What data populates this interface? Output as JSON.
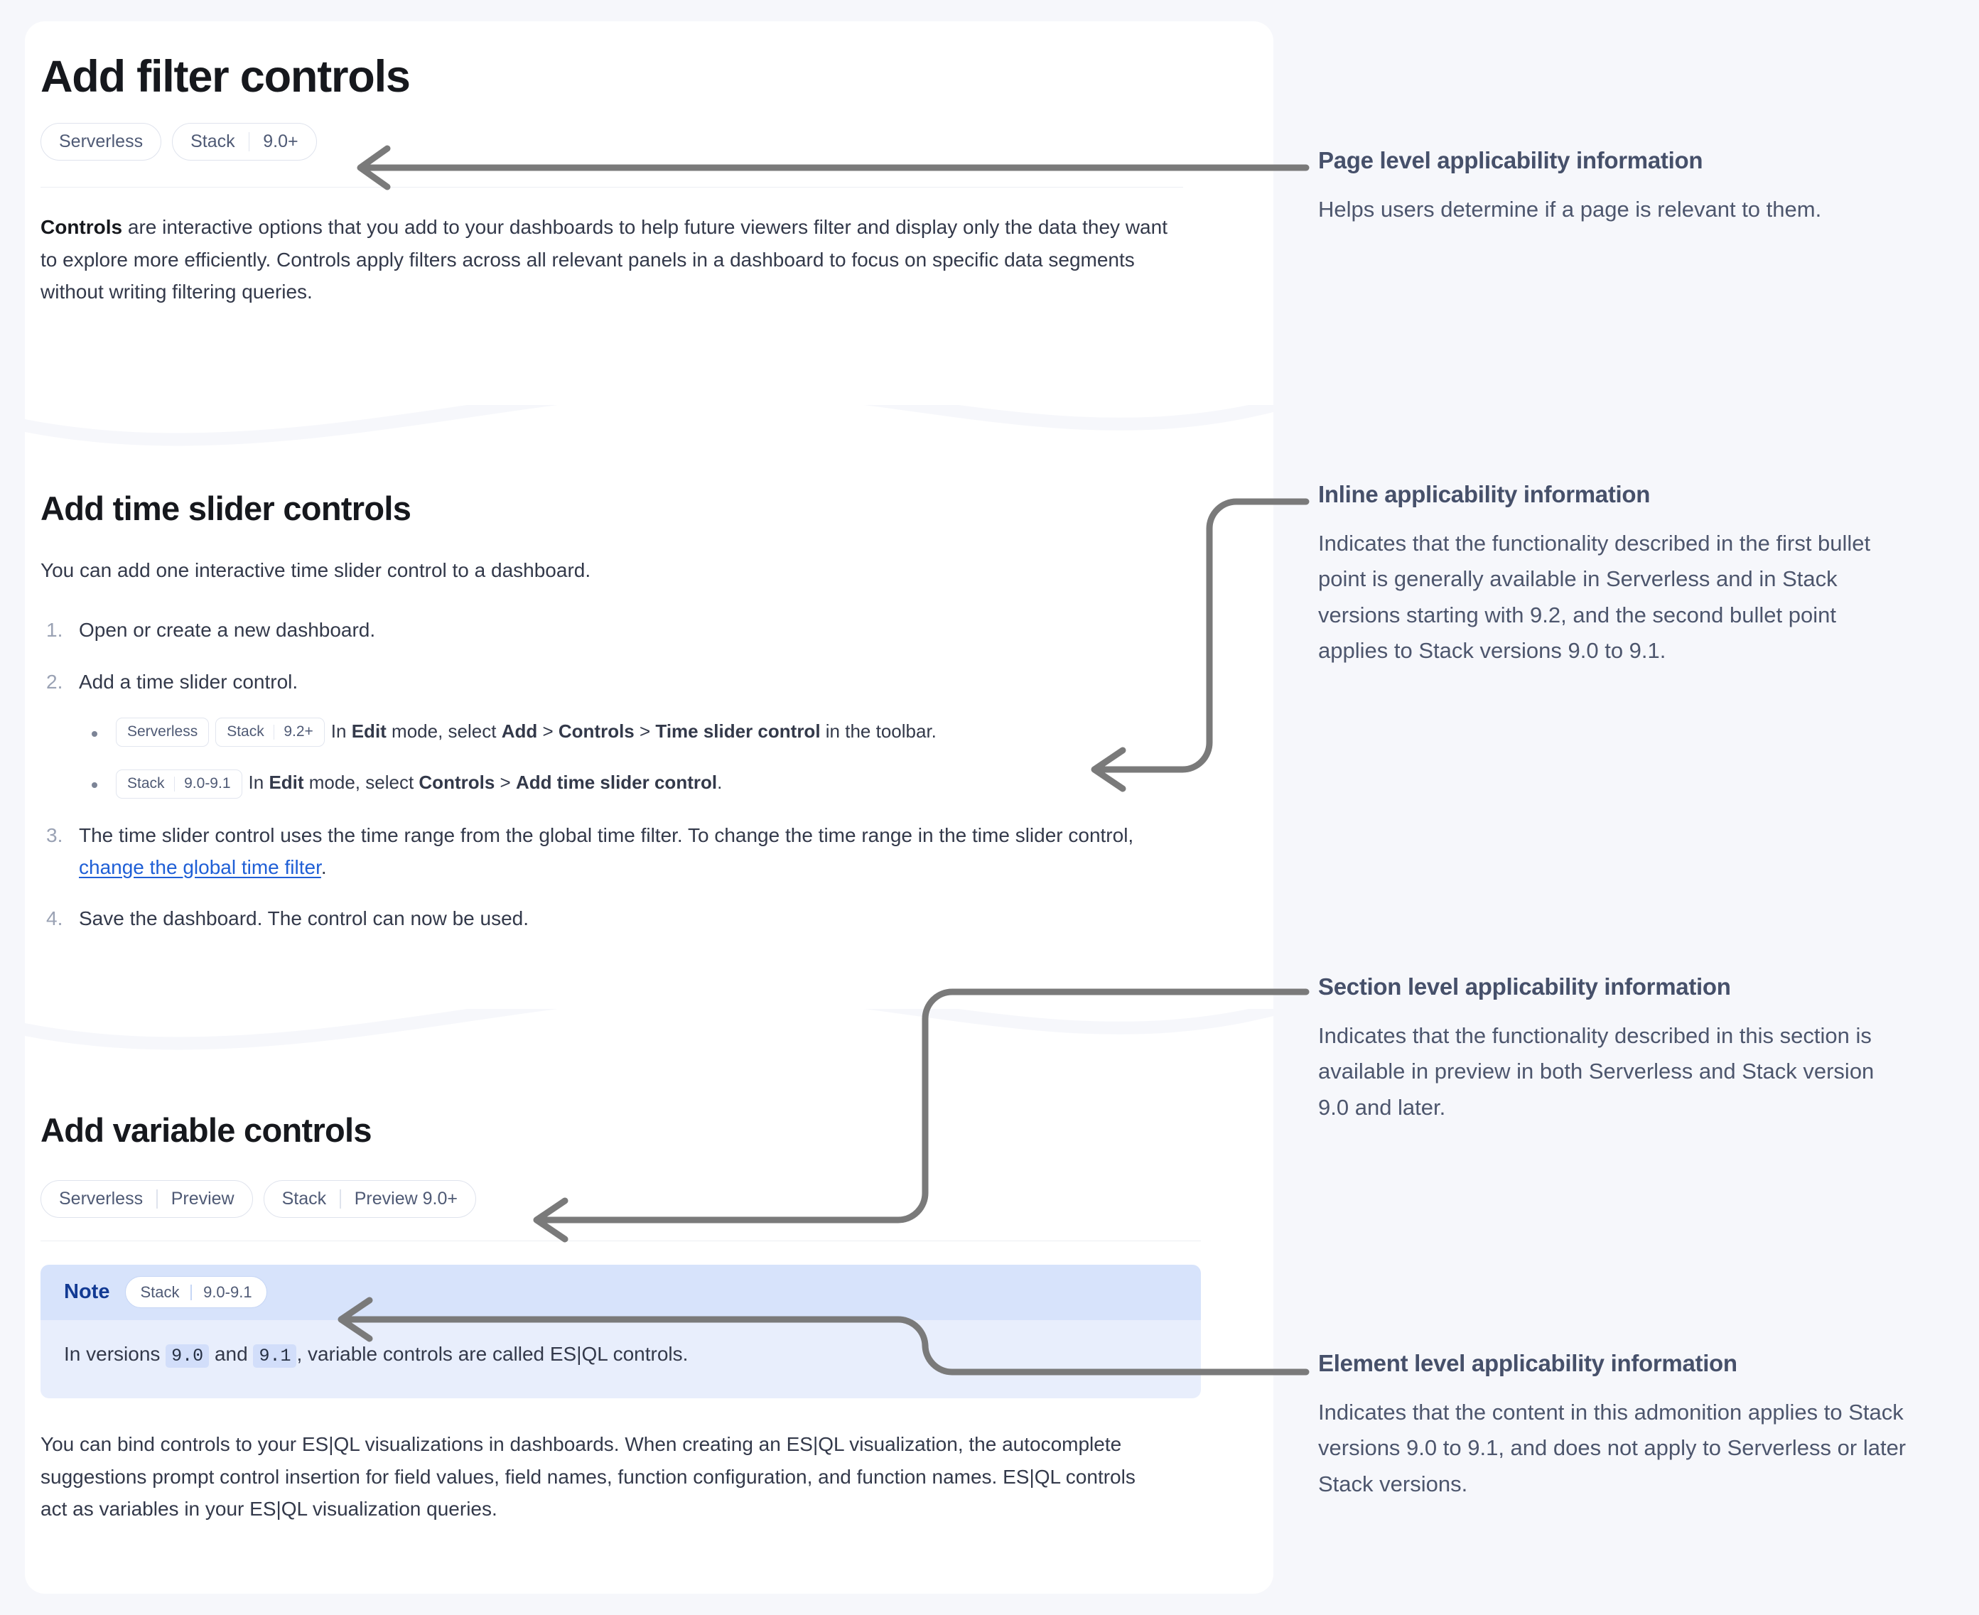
{
  "document": {
    "page_title": "Add filter controls",
    "page_badges": [
      {
        "name": "Serverless",
        "version": ""
      },
      {
        "name": "Stack",
        "version": "9.0+"
      }
    ],
    "intro": {
      "lead": "Controls",
      "rest": " are interactive options that you add to your dashboards to help future viewers filter and display only the data they want to explore more efficiently. Controls apply filters across all relevant panels in a dashboard to focus on specific data segments without writing filtering queries."
    },
    "section_time_slider": {
      "heading": "Add time slider controls",
      "intro": "You can add one interactive time slider control to a dashboard.",
      "steps": [
        {
          "text": "Open or create a new dashboard."
        },
        {
          "text": "Add a time slider control.",
          "substeps": [
            {
              "badges": [
                {
                  "name": "Serverless",
                  "version": ""
                },
                {
                  "name": "Stack",
                  "version": "9.2+"
                }
              ],
              "segments": [
                {
                  "t": "In ",
                  "bold": false
                },
                {
                  "t": "Edit",
                  "bold": true
                },
                {
                  "t": " mode, select ",
                  "bold": false
                },
                {
                  "t": "Add",
                  "bold": true
                },
                {
                  "t": " > ",
                  "bold": false
                },
                {
                  "t": "Controls",
                  "bold": true
                },
                {
                  "t": " > ",
                  "bold": false
                },
                {
                  "t": "Time slider control",
                  "bold": true
                },
                {
                  "t": " in the toolbar.",
                  "bold": false
                }
              ]
            },
            {
              "badges": [
                {
                  "name": "Stack",
                  "version": "9.0-9.1"
                }
              ],
              "segments": [
                {
                  "t": "In ",
                  "bold": false
                },
                {
                  "t": "Edit",
                  "bold": true
                },
                {
                  "t": " mode, select ",
                  "bold": false
                },
                {
                  "t": "Controls",
                  "bold": true
                },
                {
                  "t": " > ",
                  "bold": false
                },
                {
                  "t": "Add time slider control",
                  "bold": true
                },
                {
                  "t": ".",
                  "bold": false
                }
              ]
            }
          ]
        },
        {
          "text_before_link": "The time slider control uses the time range from the global time filter. To change the time range in the time slider control, ",
          "link_text": "change the global time filter",
          "text_after_link": "."
        },
        {
          "text": "Save the dashboard. The control can now be used."
        }
      ]
    },
    "section_variable": {
      "heading": "Add variable controls",
      "badges": [
        {
          "name": "Serverless",
          "version": "Preview"
        },
        {
          "name": "Stack",
          "version": "Preview 9.0+"
        }
      ],
      "note": {
        "label": "Note",
        "badges": [
          {
            "name": "Stack",
            "version": "9.0-9.1"
          }
        ],
        "body_pre": "In versions ",
        "code_1": "9.0",
        "body_mid": " and ",
        "code_2": "9.1",
        "body_post": ", variable controls are called ES|QL controls."
      },
      "paragraph": "You can bind controls to your ES|QL visualizations in dashboards. When creating an ES|QL visualization, the autocomplete suggestions prompt control insertion for field values, field names, function configuration, and function names. ES|QL controls act as variables in your ES|QL visualization queries."
    }
  },
  "annotations": [
    {
      "title": "Page level applicability information",
      "body": "Helps users determine if a page is relevant to them."
    },
    {
      "title": "Inline applicability information",
      "body": "Indicates that the functionality described in the first bullet point is generally available in Serverless and in Stack versions starting with 9.2, and the second bullet point applies to Stack versions 9.0 to 9.1."
    },
    {
      "title": "Section level applicability information",
      "body": "Indicates that the functionality described in this section is available in preview in both Serverless and Stack version 9.0 and later."
    },
    {
      "title": "Element level applicability information",
      "body": "Indicates that the content in this admonition applies to Stack versions 9.0 to 9.1, and does not apply to Serverless or later Stack versions."
    }
  ],
  "colors": {
    "page_background": "#f6f7fb",
    "card_background": "#ffffff",
    "badge_text": "#4f5a75",
    "badge_border": "#dfe3ed",
    "link": "#1f5fd6",
    "note_header": "#d7e3fb",
    "note_body": "#e8eefc",
    "note_label": "#123a93",
    "connector": "#7a7a7a",
    "annotation_title": "#46506a",
    "annotation_body": "#4d566d"
  }
}
